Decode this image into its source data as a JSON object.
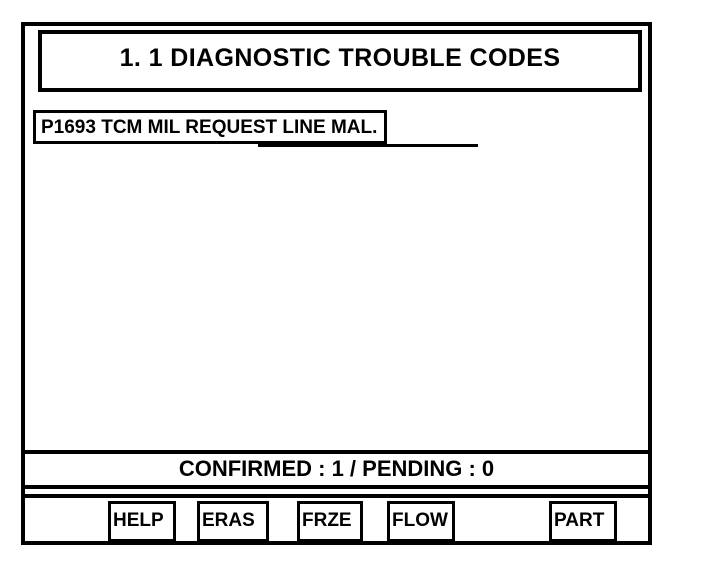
{
  "screen": {
    "title": "1. 1 DIAGNOSTIC TROUBLE CODES",
    "background_color": "#FFFFFF",
    "foreground_color": "#000000"
  },
  "dtc_list": {
    "items": [
      {
        "code": "P1693",
        "description": "TCM MIL REQUEST LINE MAL.",
        "full_text": "P1693 TCM MIL REQUEST LINE MAL."
      }
    ]
  },
  "status_bar": {
    "text": "CONFIRMED : 1  /  PENDING : 0",
    "confirmed_label": "CONFIRMED",
    "confirmed_count": "1",
    "pending_label": "PENDING",
    "pending_count": "0"
  },
  "softkeys": [
    {
      "label": "HELP",
      "name": "help"
    },
    {
      "label": "ERAS",
      "name": "erase"
    },
    {
      "label": "FRZE",
      "name": "freeze-frame"
    },
    {
      "label": "FLOW",
      "name": "data-flow"
    },
    {
      "label": "PART",
      "name": "part"
    }
  ]
}
